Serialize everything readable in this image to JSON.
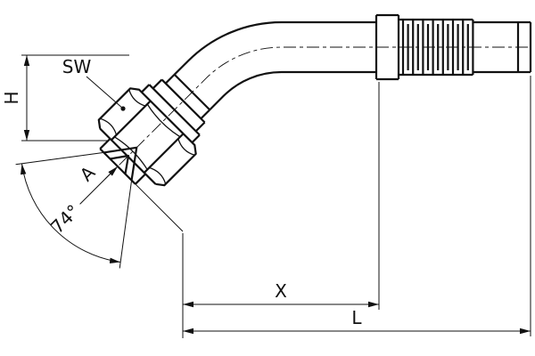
{
  "drawing": {
    "background_color": "#ffffff",
    "line_color": "#111111",
    "dimensions": {
      "wrench_size_label": "SW",
      "height_label": "H",
      "thread_label": "A",
      "cone_angle_label": "74°",
      "cutoff_length_label": "X",
      "overall_length_label": "L"
    }
  }
}
